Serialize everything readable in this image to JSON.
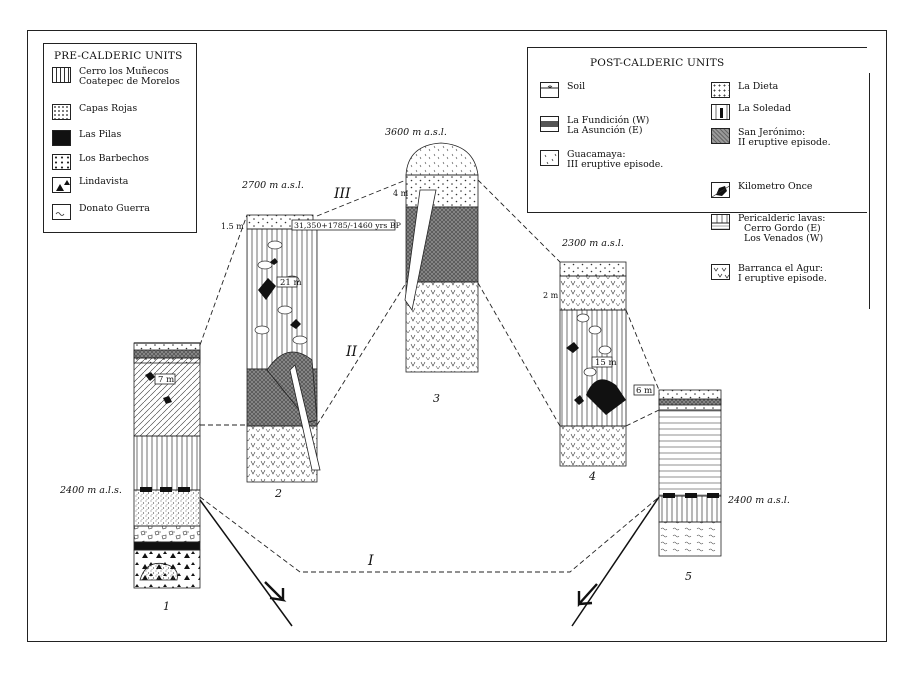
{
  "pre_caldera": {
    "title": "PRE-CALDERIC UNITS",
    "items": [
      {
        "lines": [
          "Cerro los Muñecos",
          "Coatepec de Morelos"
        ],
        "pattern": "vertical-lines"
      },
      {
        "lines": [
          "Capas Rojas"
        ],
        "pattern": "stipple"
      },
      {
        "lines": [
          "Las Pilas"
        ],
        "pattern": "black"
      },
      {
        "lines": [
          "Los Barbechos"
        ],
        "pattern": "coarse-fragments"
      },
      {
        "lines": [
          "Lindavista"
        ],
        "pattern": "triangles"
      },
      {
        "lines": [
          "Donato Guerra"
        ],
        "pattern": "tilde"
      }
    ]
  },
  "post_caldera": {
    "title": "POST-CALDERIC UNITS",
    "left_items": [
      {
        "lines": [
          "Soil"
        ],
        "pattern": "soil"
      },
      {
        "lines": [
          "La Fundición (W)",
          "La Asunción (E)"
        ],
        "pattern": "dark-band"
      },
      {
        "lines": [
          "Guacamaya:",
          "III eruptive episode."
        ],
        "pattern": "ticks"
      }
    ],
    "right_items": [
      {
        "lines": [
          "La Dieta"
        ],
        "pattern": "dots"
      },
      {
        "lines": [
          "La Soledad"
        ],
        "pattern": "black-bar"
      },
      {
        "lines": [
          "San Jerónimo:",
          "II eruptive episode."
        ],
        "pattern": "crosshatch"
      },
      {
        "lines": [
          "Kilometro Once"
        ],
        "pattern": "black-clast"
      },
      {
        "lines": [
          "Pericalderic lavas:",
          "Cerro Gordo (E)",
          "Los Venados (W)"
        ],
        "pattern": "vertical-horizontal"
      },
      {
        "lines": [
          "Barranca el Agur:",
          "I eruptive episode."
        ],
        "pattern": "v-marks"
      }
    ]
  },
  "columns": [
    {
      "id": "1",
      "elevation": "2400 m a.l.s.",
      "thickness": "7 m"
    },
    {
      "id": "2",
      "elevation": "2700 m a.s.l.",
      "left_thickness": "1.5 m",
      "thickness": "21 m",
      "age": "31,350+1785/-1460 yrs BP"
    },
    {
      "id": "3",
      "elevation": "3600 m a.s.l.",
      "left_thickness": "4 m"
    },
    {
      "id": "4",
      "elevation": "2300 m a.s.l.",
      "left_thickness": "2 m",
      "thickness": "15 m",
      "right_thickness": "6 m"
    },
    {
      "id": "5",
      "elevation": "2400 m a.s.l."
    }
  ],
  "episodes": [
    "I",
    "II",
    "III"
  ]
}
